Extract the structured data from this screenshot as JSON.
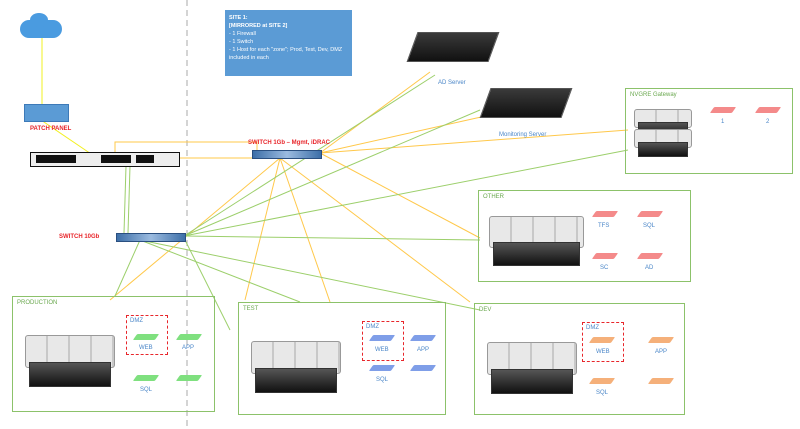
{
  "site_note": {
    "title": "SITE 1:",
    "subtitle": "[MIRRORED at SITE 2]",
    "lines": [
      "- 1 Firewall",
      "- 1 Switch",
      "- 1 Host for each \"zone\"; Prod, Test, Dev, DMZ included in each"
    ]
  },
  "devices": {
    "patch_panel": "PATCH PANEL",
    "switch_1gb": "SWITCH 1Gb – Mgmt, iDRAC",
    "switch_10gb": "SWITCH 10Gb",
    "ad_server": "AD Server",
    "monitoring_server": "Monitoring Server"
  },
  "zones": {
    "nvgre": {
      "title": "NVGRE Gateway",
      "vms": [
        "1",
        "2"
      ],
      "color": "#f48a8a"
    },
    "other": {
      "title": "OTHER",
      "vms": [
        "TFS",
        "SQL",
        "SC",
        "AD"
      ],
      "color": "#f48a8a"
    },
    "production": {
      "title": "PRODUCTION",
      "dmz": "DMZ",
      "vms": [
        "WEB",
        "APP",
        "SQL"
      ],
      "color": "#7fe07f"
    },
    "test": {
      "title": "TEST",
      "dmz": "DMZ",
      "vms": [
        "WEB",
        "APP",
        "SQL"
      ],
      "color": "#7f9ee8"
    },
    "dev": {
      "title": "DEV",
      "dmz": "DMZ",
      "vms": [
        "WEB",
        "APP",
        "SQL"
      ],
      "color": "#f5b07a"
    }
  },
  "colors": {
    "mgmt_link": "#ffc84a",
    "data_link": "#9ccf6b",
    "uplink": "#f2f020",
    "note_bg": "#5b9bd5"
  }
}
